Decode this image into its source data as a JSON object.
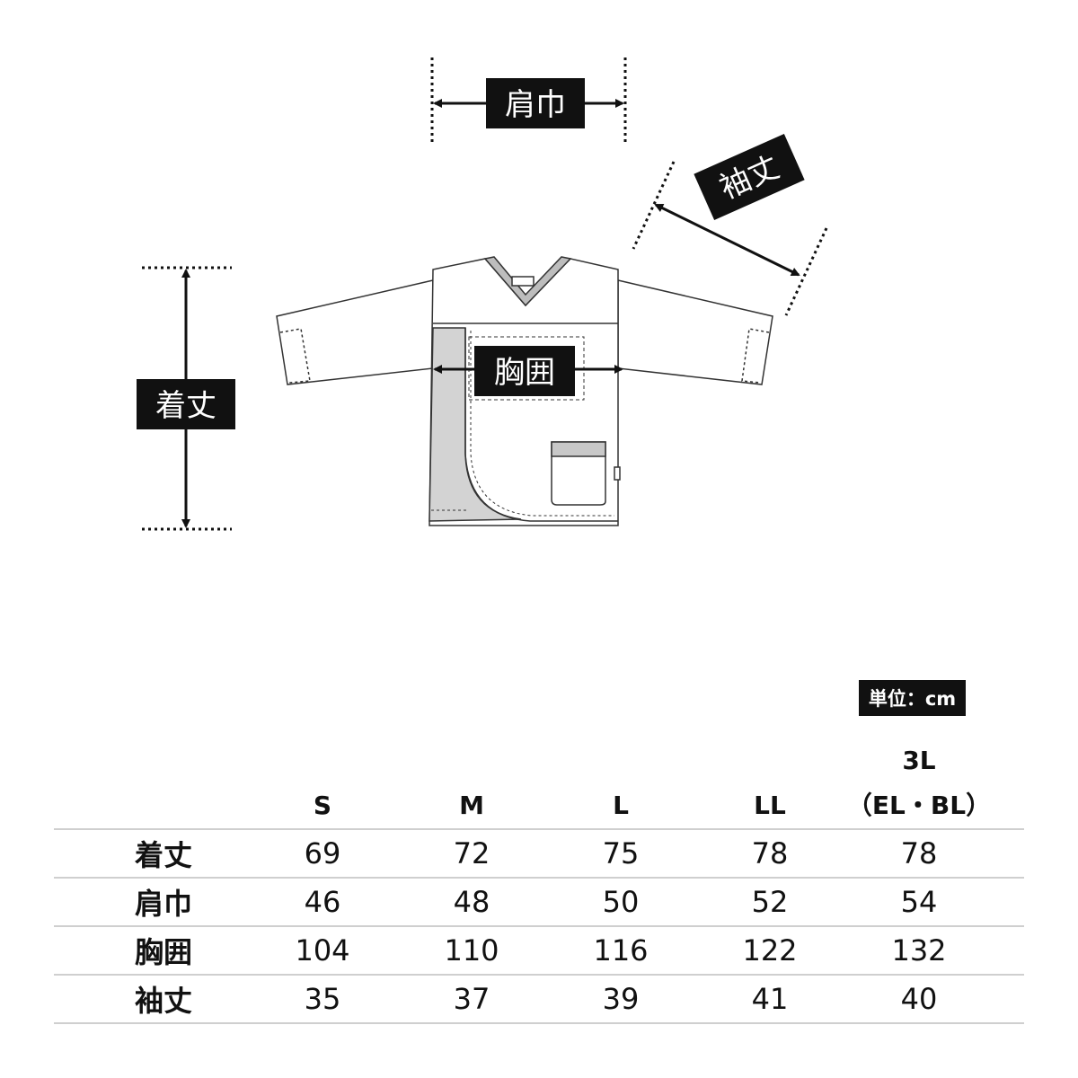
{
  "diagram": {
    "labels": {
      "shoulder": "肩巾",
      "sleeve": "袖丈",
      "chest": "胸囲",
      "length": "着丈"
    }
  },
  "unit_label": "単位：cm",
  "table": {
    "sizes": [
      {
        "line1": "",
        "line2": "S"
      },
      {
        "line1": "",
        "line2": "M"
      },
      {
        "line1": "",
        "line2": "L"
      },
      {
        "line1": "",
        "line2": "LL"
      },
      {
        "line1": "3L",
        "line2": "（EL・BL）"
      }
    ],
    "rows": [
      {
        "label": "着丈",
        "values": [
          "69",
          "72",
          "75",
          "78",
          "78"
        ]
      },
      {
        "label": "肩巾",
        "values": [
          "46",
          "48",
          "50",
          "52",
          "54"
        ]
      },
      {
        "label": "胸囲",
        "values": [
          "104",
          "110",
          "116",
          "122",
          "132"
        ]
      },
      {
        "label": "袖丈",
        "values": [
          "35",
          "37",
          "39",
          "41",
          "40"
        ]
      }
    ]
  }
}
